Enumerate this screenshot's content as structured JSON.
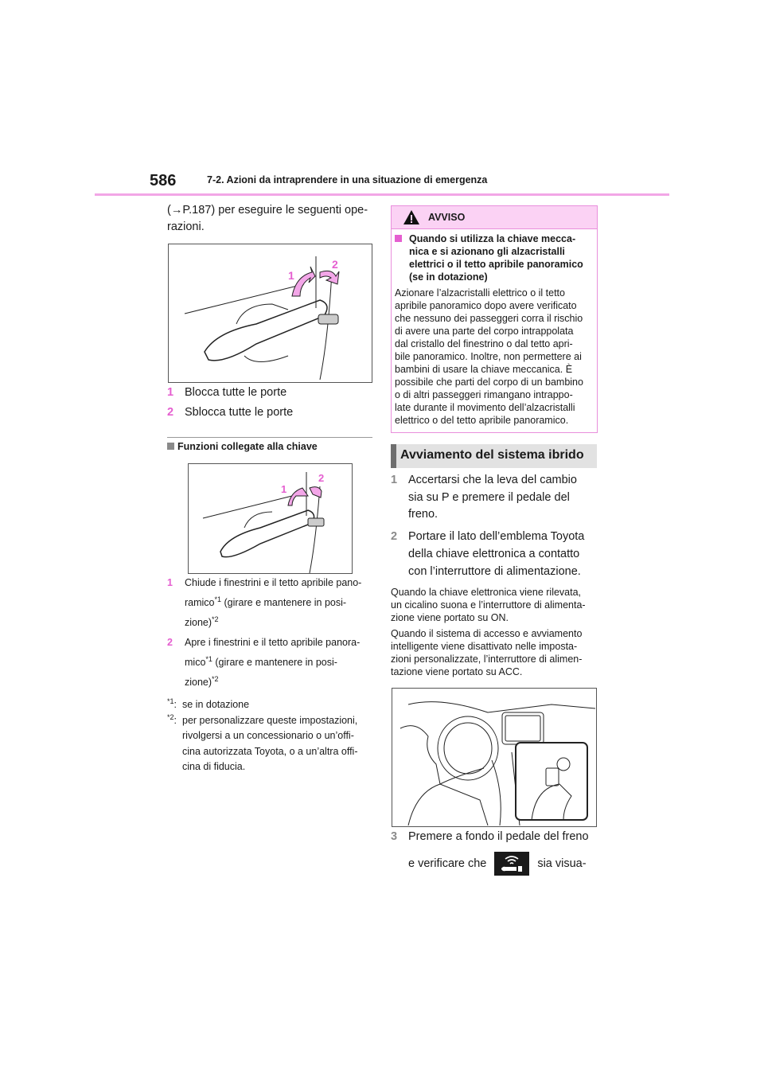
{
  "header": {
    "page_number": "586",
    "chapter": "7-2. Azioni da intraprendere in una situazione di emergenza"
  },
  "left": {
    "intro": "(→P.187) per eseguire le seguenti operazioni.",
    "intro_l1": "(→P.187) per eseguire le seguenti ope-",
    "intro_l2": "razioni.",
    "fig1_labels": [
      "1",
      "2"
    ],
    "fig1_steps": [
      {
        "n": "1",
        "text": "Blocca tutte le porte"
      },
      {
        "n": "2",
        "text": "Sblocca tutte le porte"
      }
    ],
    "subheading": "Funzioni collegate alla chiave",
    "fig2_labels": [
      "1",
      "2"
    ],
    "fig2_steps": [
      {
        "n": "1",
        "l1": "Chiude i finestrini e il tetto apribile pano-",
        "l2a": "ramico",
        "sup1": "*1",
        "l2b": " (girare e mantenere in posi-",
        "l3": "zione)",
        "sup2": "*2"
      },
      {
        "n": "2",
        "l1": "Apre i finestrini e il tetto apribile panora-",
        "l2a": "mico",
        "sup1": "*1",
        "l2b": " (girare e mantenere in posi-",
        "l3": "zione)",
        "sup2": "*2"
      }
    ],
    "notes": [
      {
        "mark": "*1",
        "text": "se in dotazione"
      },
      {
        "mark": "*2",
        "lines": [
          "per personalizzare queste impostazioni,",
          "rivolgersi a un concessionario o un’offi-",
          "cina autorizzata Toyota, o a un’altra offi-",
          "cina di fiducia."
        ]
      }
    ]
  },
  "warning": {
    "title": "AVVISO",
    "icon": "warning-triangle-icon",
    "heading_lines": [
      "Quando si utilizza la chiave mecca-",
      "nica e si azionano gli alzacristalli",
      "elettrici o il tetto apribile panoramico",
      "(se in dotazione)"
    ],
    "body_lines": [
      "Azionare l’alzacristalli elettrico o il tetto",
      "apribile panoramico dopo avere verificato",
      "che nessuno dei passeggeri corra il rischio",
      "di avere una parte del corpo intrappolata",
      "dal cristallo del finestrino o dal tetto apri-",
      "bile panoramico. Inoltre, non permettere ai",
      "bambini di usare la chiave meccanica. È",
      "possibile che parti del corpo di un bambino",
      "o di altri passeggeri rimangano intrappo-",
      "late durante il movimento dell’alzacristalli",
      "elettrico o del tetto apribile panoramico."
    ]
  },
  "section": {
    "title": "Avviamento del sistema ibrido",
    "steps": [
      {
        "n": "1",
        "lines": [
          "Accertarsi che la leva del cambio",
          "sia su P e premere il pedale del",
          "freno."
        ]
      },
      {
        "n": "2",
        "lines": [
          "Portare il lato dell’emblema Toyota",
          "della chiave elettronica a contatto",
          "con l’interruttore di alimentazione."
        ]
      }
    ],
    "para1": [
      "Quando la chiave elettronica viene rilevata,",
      "un cicalino suona e l’interruttore di alimenta-",
      "zione viene portato su ON."
    ],
    "para2": [
      "Quando il sistema di accesso e avviamento",
      "intelligente viene disattivato nelle imposta-",
      "zioni personalizzate, l’interruttore di alimen-",
      "tazione viene portato su ACC."
    ],
    "step3": {
      "n": "3",
      "l1": "Premere a fondo il pedale del freno",
      "l2a": "e verificare che",
      "l2b": "sia visua-",
      "icon": "key-indicator-icon"
    }
  },
  "colors": {
    "accent": "#e55fd0",
    "rule": "#f2a6e6",
    "warning_bg": "#fbd2f4",
    "section_bg": "#e2e2e2"
  }
}
